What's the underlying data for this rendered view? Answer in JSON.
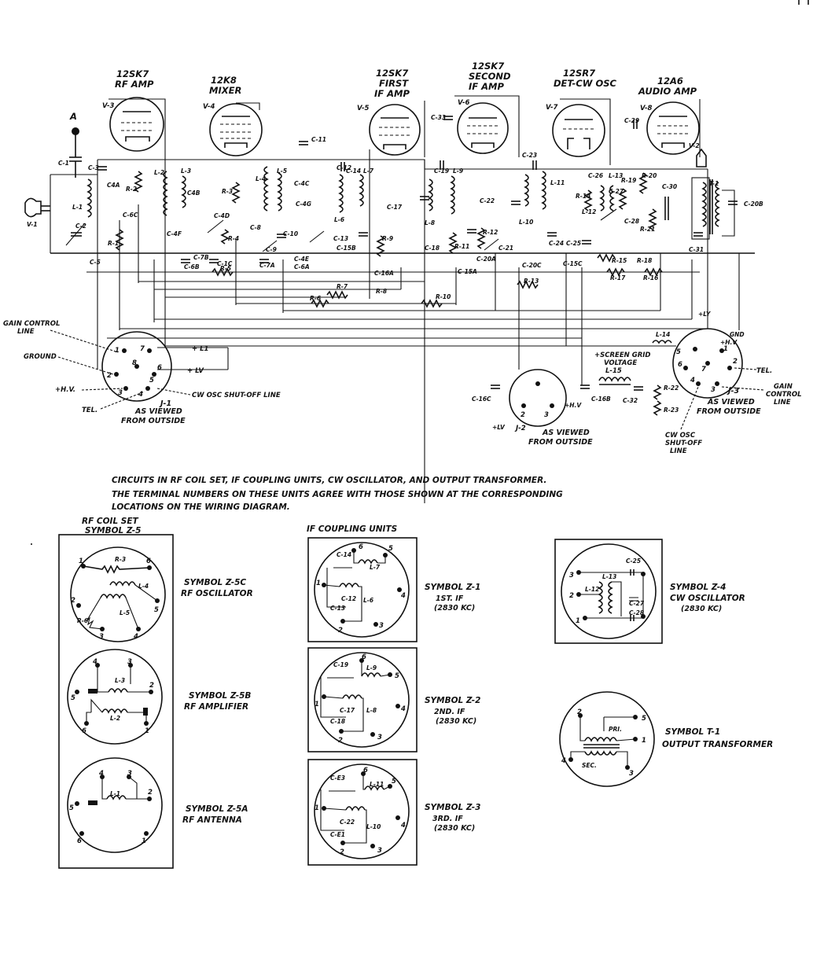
{
  "tubes": [
    {
      "id": "V-3",
      "type": "12SK7",
      "function": "RF AMP"
    },
    {
      "id": "V-4",
      "type": "12K8",
      "function": "MIXER"
    },
    {
      "id": "V-5",
      "type": "12SK7",
      "function1": "FIRST",
      "function2": "IF AMP"
    },
    {
      "id": "V-6",
      "type": "12SK7",
      "function1": "SECOND",
      "function2": "IF AMP"
    },
    {
      "id": "V-7",
      "type": "12SR7",
      "function": "DET-CW OSC"
    },
    {
      "id": "V-8",
      "type": "12A6",
      "function": "AUDIO AMP"
    }
  ],
  "labels": {
    "antenna": "A",
    "v1": "V-1",
    "v2": "V-2",
    "t1": "T-1",
    "plus_l1": "+ L1",
    "plus_lv": "+ LV",
    "plus_lv2": "+LV",
    "plus_hv": "+H.V",
    "gnd": "GND",
    "tel": "TEL.",
    "screen_grid": "+SCREEN GRID",
    "voltage": "VOLTAGE",
    "plus_ly": "+LY"
  },
  "components": {
    "c1": "C-1",
    "c2": "C-2",
    "c3": "C-3",
    "c4a": "C4A",
    "c6c": "C-6C",
    "c5": "C-5",
    "c6b": "C-6B",
    "c7b": "C-7B",
    "c1c": "C-1C",
    "c4f": "C-4F",
    "c4b": "C4B",
    "c4d": "C-4D",
    "c8": "C-8",
    "c9": "C-9",
    "c10": "C-10",
    "c7a": "C-7A",
    "c4e": "C-4E",
    "c6a": "C-6A",
    "c4c": "C-4C",
    "c4g": "C-4G",
    "c11": "C-11",
    "c12": "C-12",
    "c13": "C-13",
    "c14": "C-14",
    "c15b": "C-15B",
    "c16a": "C-16A",
    "c17": "C-17",
    "c18": "C-18",
    "c19": "C-19",
    "c15a": "C-15A",
    "c20a": "C-20A",
    "c21": "C-21",
    "c22": "C-22",
    "c20c": "C-20C",
    "c23": "C-23",
    "c24": "C-24",
    "c25": "C-25",
    "c15c": "C-15C",
    "c26": "C-26",
    "c27": "C-27",
    "c28": "C-28",
    "c29": "C-29",
    "c30": "C-30",
    "c31": "C-31",
    "c20b": "C-20B",
    "c33": "C-33",
    "c16c": "C-16C",
    "c16b": "C-16B",
    "c32": "C-32",
    "r1": "R-1",
    "r2": "R-2",
    "r3": "R-3",
    "r4": "R-4",
    "r5": "R-5",
    "r6": "R-6",
    "r7": "R-7",
    "r8": "R-8",
    "r9": "R-9",
    "r10": "R-10",
    "r11": "R-11",
    "r12": "R-12",
    "r13": "R-13",
    "r14": "R-14",
    "r15": "R-15",
    "r16": "R-16",
    "r17": "R-17",
    "r18": "R-18",
    "r19": "R-19",
    "r20": "R-20",
    "r21": "R-21",
    "r22": "R-22",
    "r23": "R-23",
    "l1": "L-1",
    "l2": "L-2",
    "l3": "L-3",
    "l4": "L-4",
    "l5": "L-5",
    "l6": "L-6",
    "l7": "L-7",
    "l8": "L-8",
    "l9": "L-9",
    "l10": "L-10",
    "l11": "L-11",
    "l12": "L-12",
    "l13": "L-13",
    "l14": "L-14",
    "l15": "L-15"
  },
  "connectors": {
    "j1": {
      "name": "J-1",
      "note1": "AS VIEWED",
      "note2": "FROM OUTSIDE"
    },
    "j2": {
      "name": "J-2",
      "note1": "AS VIEWED",
      "note2": "FROM OUTSIDE"
    },
    "j3": {
      "name": "J-3",
      "note1": "AS VIEWED",
      "note2": "FROM OUTSIDE"
    }
  },
  "callouts": {
    "gain_control_left": "GAIN CONTROL",
    "line": "LINE",
    "ground": "GROUND",
    "hv": "+H.V.",
    "tel_left": "TEL.",
    "cw_shutoff_left": "CW OSC SHUT-OFF LINE",
    "gain_right1": "GAIN",
    "gain_right2": "CONTROL",
    "gain_right3": "LINE",
    "cw_osc": "CW OSC",
    "shutoff": "SHUT-OFF",
    "line2": "LINE"
  },
  "note": {
    "line1": "CIRCUITS IN RF COIL SET, IF COUPLING UNITS, CW OSCILLATOR, AND OUTPUT TRANSFORMER.",
    "line2": "THE TERMINAL NUMBERS ON THESE UNITS AGREE WITH THOSE SHOWN AT THE CORRESPONDING",
    "line3": "LOCATIONS ON THE WIRING DIAGRAM."
  },
  "rf_coil_set": {
    "title1": "RF COIL SET",
    "title2": "SYMBOL Z-5",
    "units": [
      {
        "symbol": "SYMBOL Z-5C",
        "desc": "RF OSCILLATOR"
      },
      {
        "symbol": "SYMBOL Z-5B",
        "desc": "RF AMPLIFIER"
      },
      {
        "symbol": "SYMBOL Z-5A",
        "desc": "RF ANTENNA"
      }
    ]
  },
  "if_units": {
    "title": "IF COUPLING UNITS",
    "units": [
      {
        "symbol": "SYMBOL Z-1",
        "desc": "1ST. IF",
        "freq": "(2830 KC)"
      },
      {
        "symbol": "SYMBOL Z-2",
        "desc": "2ND. IF",
        "freq": "(2830 KC)"
      },
      {
        "symbol": "SYMBOL Z-3",
        "desc": "3RD. IF",
        "freq": "(2830 KC)"
      }
    ]
  },
  "cw_osc_unit": {
    "symbol": "SYMBOL Z-4",
    "desc": "CW OSCILLATOR",
    "freq": "(2830 KC)"
  },
  "output_xfmr": {
    "symbol": "SYMBOL T-1",
    "desc": "OUTPUT TRANSFORMER",
    "pri": "PRI.",
    "sec": "SEC."
  },
  "detail_labels": {
    "z1": [
      "C-14",
      "L-7",
      "C-12",
      "L-6",
      "C-13"
    ],
    "z2": [
      "C-19",
      "L-9",
      "C-17",
      "L-8",
      "C-18"
    ],
    "z3": [
      "C-E3",
      "L-11",
      "C-22",
      "L-10",
      "C-E1"
    ],
    "z4": [
      "C-25",
      "L-13",
      "L-12",
      "C-27",
      "C-28"
    ],
    "z5c": [
      "R-3",
      "L-4",
      "L-5",
      "R-6"
    ],
    "z5b": [
      "L-3",
      "L-2"
    ],
    "z5a": [
      "L-1"
    ]
  }
}
